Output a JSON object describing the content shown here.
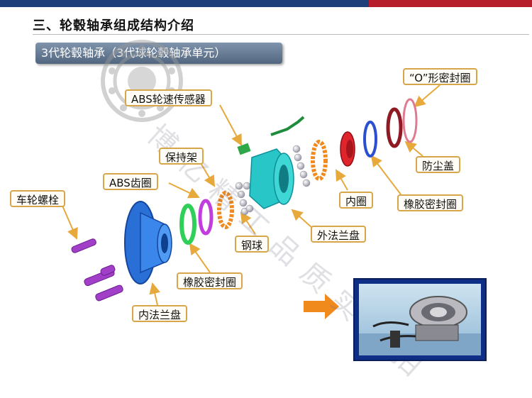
{
  "header": {
    "title": "三、轮毂轴承组成结构介绍",
    "subtitle": "3代轮毂轴承（3代球轮毂轴承单元）"
  },
  "watermark": {
    "text": "博亿精工品质实物拍"
  },
  "labels": {
    "o_ring": "“O”形密封圈",
    "abs_sensor": "ABS轮速传感器",
    "cage": "保持架",
    "abs_ring": "ABS齿圈",
    "wheel_bolt": "车轮螺栓",
    "dust_cover": "防尘盖",
    "inner_ring": "内圈",
    "rubber_seal_right": "橡胶密封圈",
    "outer_flange": "外法兰盘",
    "steel_ball": "钢球",
    "rubber_seal_bottom": "橡胶密封圈",
    "inner_flange": "内法兰盘"
  },
  "colors": {
    "label_border": "#d7a54a",
    "banner": "#5f7590",
    "arrow_orange": "#f08a1c",
    "photo_frame": "#0f2f86",
    "top_bar_blue": "#1f3f7a",
    "top_bar_red": "#b51e2a"
  }
}
